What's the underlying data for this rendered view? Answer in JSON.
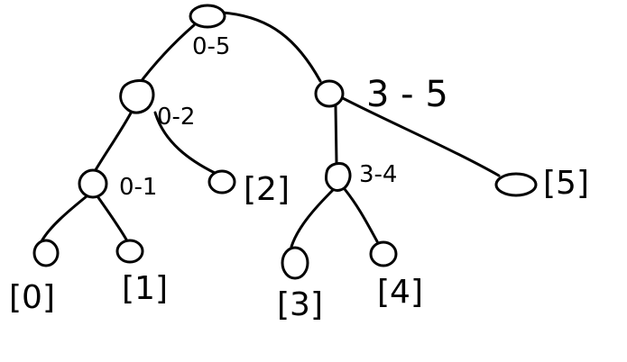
{
  "diagram": {
    "type": "segment-tree",
    "colors": {
      "ink": "#000000",
      "background": "#ffffff"
    },
    "nodes": [
      {
        "id": "root",
        "label": "0-5"
      },
      {
        "id": "n02",
        "label": "0-2"
      },
      {
        "id": "n35",
        "label": "3 - 5"
      },
      {
        "id": "n01",
        "label": "0-1"
      },
      {
        "id": "leaf2",
        "label": "[2]"
      },
      {
        "id": "n34",
        "label": "3-4"
      },
      {
        "id": "leaf5",
        "label": "[5]"
      },
      {
        "id": "leaf0",
        "label": "[0]"
      },
      {
        "id": "leaf1",
        "label": "[1]"
      },
      {
        "id": "leaf3",
        "label": "[3]"
      },
      {
        "id": "leaf4",
        "label": "[4]"
      }
    ],
    "edges": [
      [
        "root",
        "n02"
      ],
      [
        "root",
        "n35"
      ],
      [
        "n02",
        "n01"
      ],
      [
        "n02",
        "leaf2"
      ],
      [
        "n35",
        "n34"
      ],
      [
        "n35",
        "leaf5"
      ],
      [
        "n01",
        "leaf0"
      ],
      [
        "n01",
        "leaf1"
      ],
      [
        "n34",
        "leaf3"
      ],
      [
        "n34",
        "leaf4"
      ]
    ]
  }
}
